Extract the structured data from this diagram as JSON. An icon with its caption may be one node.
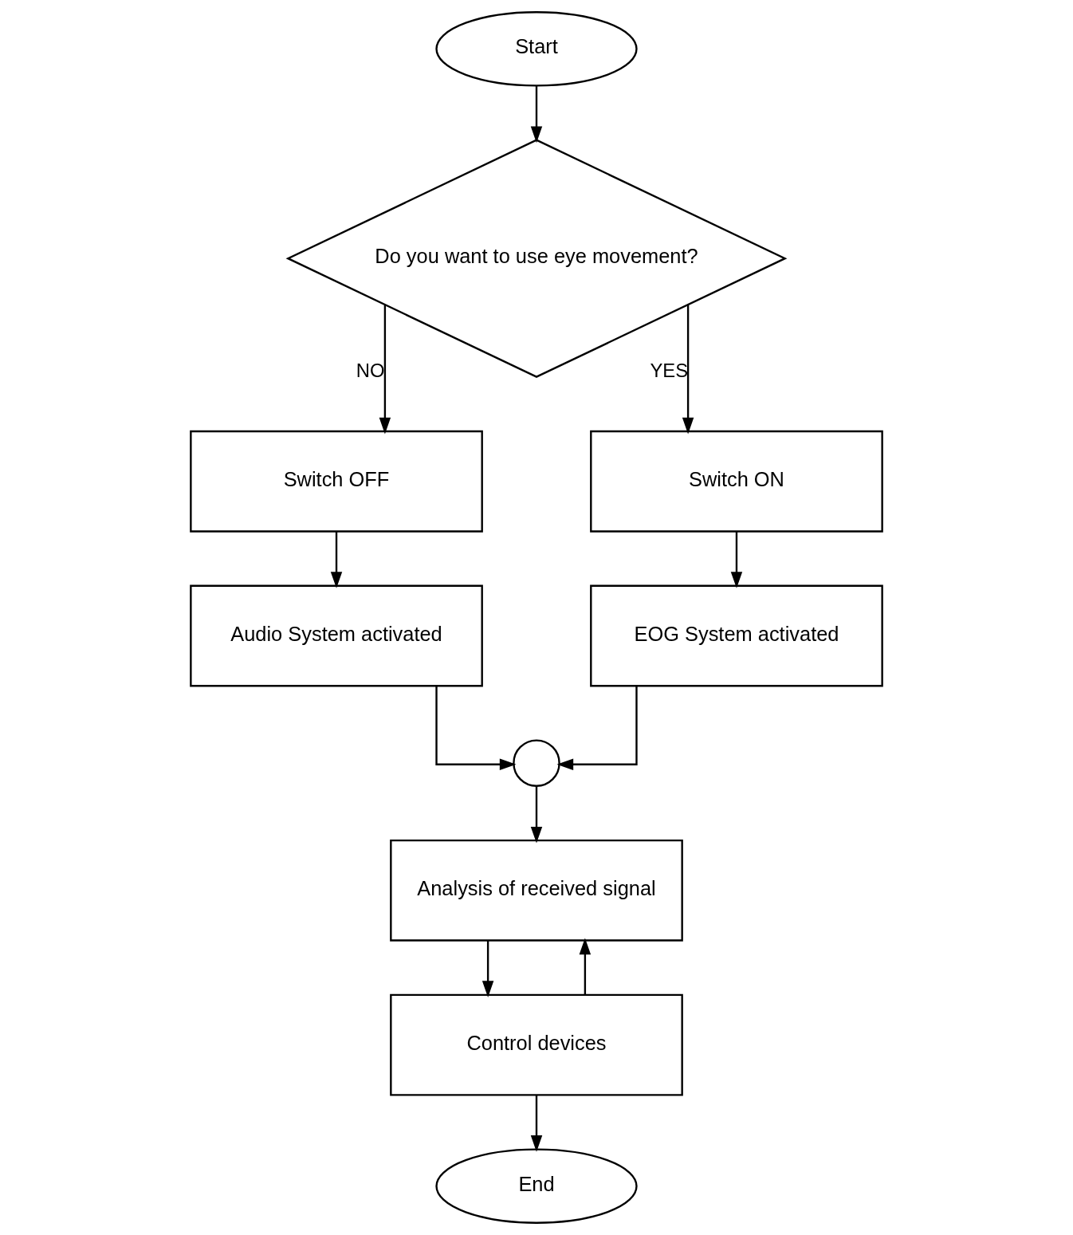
{
  "diagram": {
    "nodes": [
      {
        "text": [
          "Start"
        ]
      },
      {
        "text": [
          "Do you want to use eye movement?"
        ]
      },
      {
        "text": [
          "Switch OFF"
        ]
      },
      {
        "text": [
          "Audio System activated"
        ]
      },
      {
        "text": [
          "Switch ON"
        ]
      },
      {
        "text": [
          "EOG System activated"
        ]
      },
      {
        "text": [],
        "shape": "circle"
      },
      {
        "text": [
          "Analysis of received signal"
        ]
      },
      {
        "text": [
          "Control devices"
        ]
      },
      {
        "text": [
          "End"
        ]
      }
    ],
    "edges": [
      {
        "from": 0,
        "to": 1,
        "arrow": "to"
      },
      {
        "from": 1,
        "to": 2,
        "arrow": "to",
        "label": "NO"
      },
      {
        "from": 1,
        "to": 4,
        "arrow": "to",
        "label": "YES"
      },
      {
        "from": 2,
        "to": 3,
        "arrow": "to"
      },
      {
        "from": 4,
        "to": 5,
        "arrow": "to"
      },
      {
        "from": 3,
        "to": 6,
        "arrow": "to"
      },
      {
        "from": 5,
        "to": 6,
        "arrow": "to"
      },
      {
        "from": 6,
        "to": 7,
        "arrow": "to"
      },
      {
        "from": 7,
        "to": 8,
        "arrow": "to"
      },
      {
        "from": 8,
        "to": 9,
        "arrow": "to"
      },
      {
        "from": 8,
        "to": 7,
        "arrow": "to"
      }
    ]
  }
}
